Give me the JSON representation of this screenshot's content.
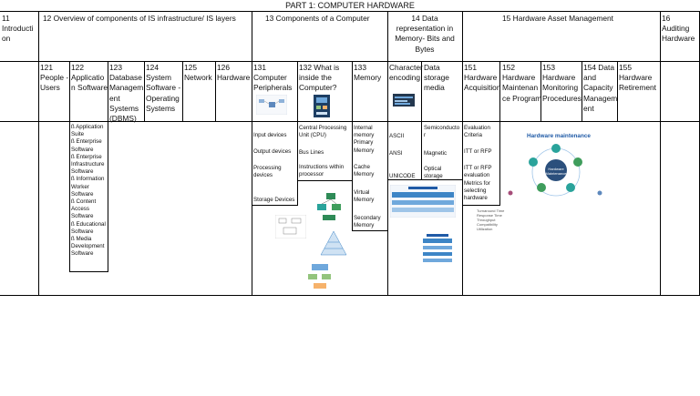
{
  "title": "PART 1: COMPUTER HARDWARE",
  "headers": [
    {
      "id": "11",
      "text": "11\nIntroducti\non"
    },
    {
      "id": "12",
      "text": "12 Overview of components of IS infrastructure/ IS layers"
    },
    {
      "id": "13",
      "text": "13 Components of a Computer"
    },
    {
      "id": "14",
      "text": "14 Data\nrepresentation in\nMemory- Bits and\nBytes"
    },
    {
      "id": "15",
      "text": "15 Hardware Asset Management"
    },
    {
      "id": "16",
      "text": "16\nAuditing\nHardware"
    }
  ],
  "subheaders": [
    {
      "id": "121",
      "text": "121\nPeople -\nUsers"
    },
    {
      "id": "122",
      "text": "122\nApplicatio\nn Software"
    },
    {
      "id": "123",
      "text": "123\nDatabase\nManagem\nent\nSystems\n(DBMS)"
    },
    {
      "id": "124",
      "text": "124\nSystem\nSoftware -\nOperating\nSystems"
    },
    {
      "id": "125",
      "text": "125\nNetwork"
    },
    {
      "id": "126",
      "text": "126\nHardware"
    },
    {
      "id": "131",
      "text": "131\nComputer\nPeripherals"
    },
    {
      "id": "132",
      "text": "132 What is\ninside the\nComputer?"
    },
    {
      "id": "133",
      "text": "133\nMemory"
    },
    {
      "id": "141",
      "text": "Character\nencoding"
    },
    {
      "id": "142",
      "text": "Data\nstorage\nmedia"
    },
    {
      "id": "151",
      "text": "151\nHardware\nAcquisition"
    },
    {
      "id": "152",
      "text": "152\nHardware\nMaintenan\nce Program"
    },
    {
      "id": "153",
      "text": "153\nHardware\nMonitoring\nProcedures"
    },
    {
      "id": "154",
      "text": "154 Data\nand\nCapacity\nManagem\nent"
    },
    {
      "id": "155",
      "text": "155\nHardware\nRetirement"
    }
  ],
  "app_software_list": "ß Application\nSuite\nß Enterprise\nSoftware\nß Enterprise\nInfrastructure\nSoftware\nß Information\nWorker\nSoftware\nß Content\nAccess\nSoftware\nß Educational\nSoftware\nß Media\nDevelopment\nSoftware",
  "peripherals": {
    "input": "Input devices",
    "output": "Output devices",
    "processing": "Processing\ndevices",
    "storage": "Storage Devices"
  },
  "inside": {
    "cpu": "Central Processing\nUnit (CPU)",
    "bus": "Bus Lines",
    "instr": "Instructions within\nprocessor"
  },
  "memory": {
    "internal": "Internal\nmemory\nPrimary\nMemory",
    "cache": "Cache\nMemory",
    "virtual": "Virtual\nMemory",
    "secondary": "Secondary\nMemory"
  },
  "encoding": {
    "ascii": "ASCII",
    "ansi": "ANSI",
    "unicode": "UNICODE"
  },
  "storage_media": {
    "semi": "Semiconducto\nr",
    "magnetic": "Magnetic",
    "optical": "Optical\nstorage"
  },
  "acquisition": {
    "criteria": "Evaluation\nCriteria",
    "itt": "ITT or RFP",
    "itt2": "ITT or RFP\nevaluation",
    "metrics": "Metrics for\nselecting\nhardware",
    "small": "Turnaround Time\nResponse Time\nThroughput\nCompatibility\nUtilization"
  },
  "maintenance": {
    "title": "Hardware maintenance",
    "center": "Hardware\nMaintenance"
  },
  "colors": {
    "line": "#000000",
    "hub": "#2b4f7c",
    "node_green": "#3f9d5c",
    "node_teal": "#2aa39b",
    "title_blue": "#1f5aa6"
  }
}
